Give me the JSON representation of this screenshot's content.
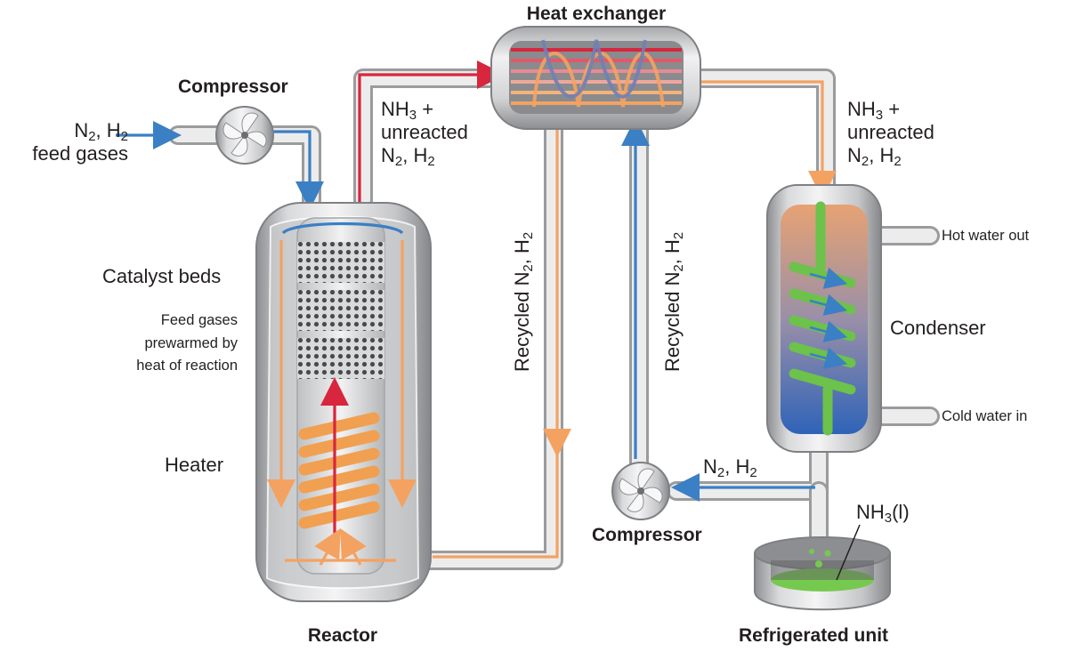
{
  "labels": {
    "heat_exchanger": "Heat exchanger",
    "compressor_top": "Compressor",
    "compressor_bottom": "Compressor",
    "reactor": "Reactor",
    "refrigerated_unit": "Refrigerated unit",
    "condenser": "Condenser",
    "catalyst_beds": "Catalyst beds",
    "prewarm_line1": "Feed gases",
    "prewarm_line2": "prewarmed by",
    "prewarm_line3": "heat of reaction",
    "heater": "Heater",
    "hot_water_out": "Hot water out",
    "cold_water_in": "Cold water in",
    "feed_gases": "feed gases",
    "nh3_liquid_prefix": "NH",
    "nh3_liquid_sub": "3",
    "nh3_liquid_suffix": "(l)",
    "n2h2_return": "N",
    "unreacted": "unreacted"
  },
  "formula": {
    "n": "N",
    "two": "2",
    "comma_h": ", H",
    "nh": "NH",
    "three": "3",
    "plus": " +",
    "recycled": "Recycled N"
  },
  "colors": {
    "hot_stream": "#f4a261",
    "cold_stream": "#3b7fc4",
    "product_stream": "#d7263d",
    "coil": "#f0a050",
    "condenser_coil": "#6cc24a",
    "steel_light": "#e6e7e8",
    "steel_dark": "#9a9b9d"
  }
}
